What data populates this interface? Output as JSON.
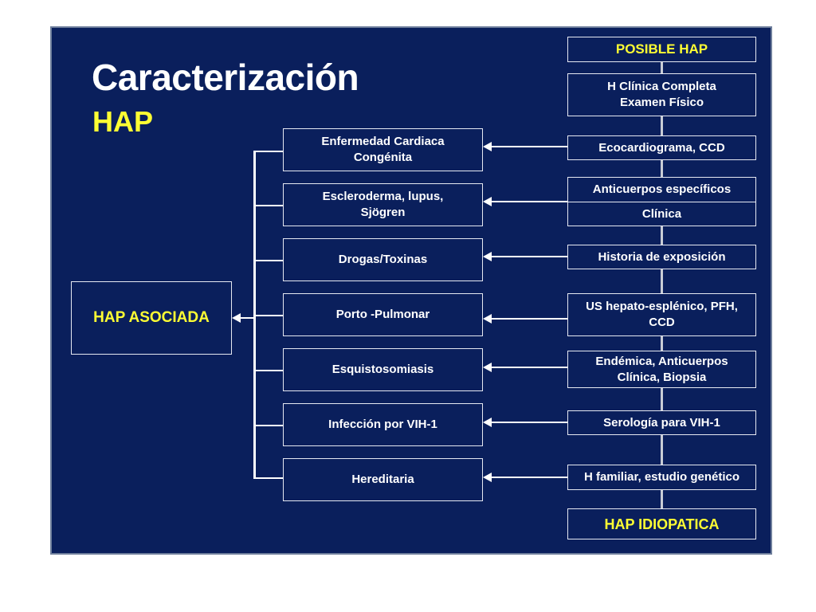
{
  "title": "Caracterización",
  "subtitle": "HAP",
  "left_box": "HAP ASOCIADA",
  "categories": [
    "Enfermedad Cardiaca\nCongénita",
    "Escleroderma, lupus,\nSjögren",
    "Drogas/Toxinas",
    "Porto -Pulmonar",
    "Esquistosomiasis",
    "Infección por VIH-1",
    "Hereditaria"
  ],
  "right_top": "POSIBLE HAP",
  "right_history": "H Clínica Completa\nExamen Físico",
  "tests": [
    "Ecocardiograma, CCD",
    "Anticuerpos específicos",
    "Clínica",
    "Historia de exposición",
    "US hepato-esplénico, PFH,\nCCD",
    "Endémica, Anticuerpos\nClínica, Biopsia",
    "Serología para VIH-1",
    "H familiar, estudio genético"
  ],
  "right_bottom": "HAP IDIOPATICA",
  "colors": {
    "background": "#0a1f5c",
    "highlight": "#ffff33",
    "text": "#ffffff"
  }
}
